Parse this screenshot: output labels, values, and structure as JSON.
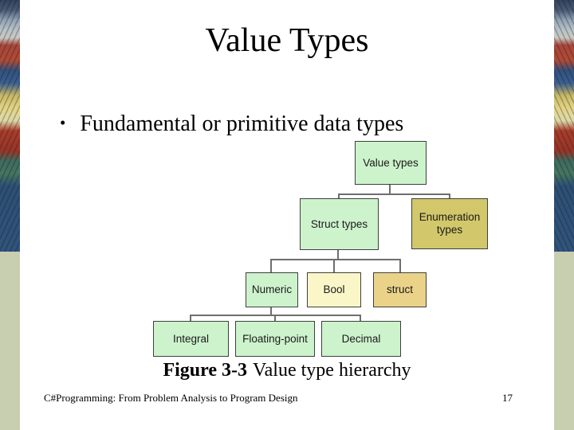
{
  "slide": {
    "title": "Value Types",
    "bullet_char": "•",
    "bullet_text": "Fundamental or primitive data types"
  },
  "diagram": {
    "type": "hierarchy-tree",
    "nodes": {
      "value_types": {
        "label": "Value types",
        "fill": "#cdf3cc"
      },
      "struct_types": {
        "label": "Struct types",
        "fill": "#cdf3cc"
      },
      "enumeration_types": {
        "label": "Enumeration types",
        "fill": "#d2c76a"
      },
      "numeric": {
        "label": "Numeric",
        "fill": "#cdf3cc"
      },
      "bool": {
        "label": "Bool",
        "fill": "#faf6c8"
      },
      "struct": {
        "label": "struct",
        "fill": "#ead389"
      },
      "integral": {
        "label": "Integral",
        "fill": "#cdf3cc"
      },
      "floating_point": {
        "label": "Floating-point",
        "fill": "#cdf3cc"
      },
      "decimal": {
        "label": "Decimal",
        "fill": "#cdf3cc"
      }
    },
    "edges": [
      [
        "value_types",
        "struct_types"
      ],
      [
        "value_types",
        "enumeration_types"
      ],
      [
        "struct_types",
        "numeric"
      ],
      [
        "struct_types",
        "bool"
      ],
      [
        "struct_types",
        "struct"
      ],
      [
        "numeric",
        "integral"
      ],
      [
        "numeric",
        "floating_point"
      ],
      [
        "numeric",
        "decimal"
      ]
    ],
    "line_color": "#6e6e6e",
    "border_color": "#3f3f3f"
  },
  "caption": {
    "label": "Figure 3-3",
    "text": "Value type hierarchy"
  },
  "footer": {
    "text": "C#Programming: From Problem Analysis to Program Design",
    "page_number": "17"
  },
  "decoration": {
    "side_strip_bottom_color": "#c8ceb0"
  }
}
